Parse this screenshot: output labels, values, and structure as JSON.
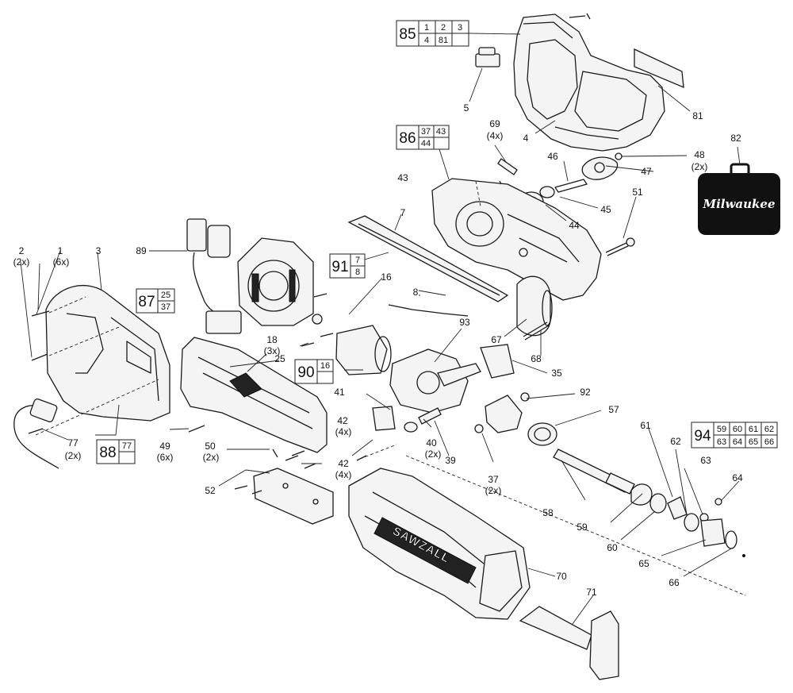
{
  "callouts": [
    {
      "id": "c1",
      "text": "1"
    },
    {
      "id": "c1q",
      "text": "(6x)"
    },
    {
      "id": "c2",
      "text": "2"
    },
    {
      "id": "c2q",
      "text": "(2x)"
    },
    {
      "id": "c3",
      "text": "3"
    },
    {
      "id": "c4",
      "text": "4"
    },
    {
      "id": "c5",
      "text": "5"
    },
    {
      "id": "c7",
      "text": "7"
    },
    {
      "id": "c8",
      "text": "8"
    },
    {
      "id": "c16",
      "text": "16"
    },
    {
      "id": "c18",
      "text": "18"
    },
    {
      "id": "c18q",
      "text": "(3x)"
    },
    {
      "id": "c25",
      "text": "25"
    },
    {
      "id": "c35",
      "text": "35"
    },
    {
      "id": "c37",
      "text": "37"
    },
    {
      "id": "c37q",
      "text": "(2x)"
    },
    {
      "id": "c39",
      "text": "39"
    },
    {
      "id": "c40",
      "text": "40"
    },
    {
      "id": "c40q",
      "text": "(2x)"
    },
    {
      "id": "c41",
      "text": "41"
    },
    {
      "id": "c42a",
      "text": "42"
    },
    {
      "id": "c42aq",
      "text": "(4x)"
    },
    {
      "id": "c42b",
      "text": "42"
    },
    {
      "id": "c42bq",
      "text": "(4x)"
    },
    {
      "id": "c43",
      "text": "43"
    },
    {
      "id": "c44",
      "text": "44"
    },
    {
      "id": "c45",
      "text": "45"
    },
    {
      "id": "c46",
      "text": "46"
    },
    {
      "id": "c47",
      "text": "47"
    },
    {
      "id": "c48",
      "text": "48"
    },
    {
      "id": "c48q",
      "text": "(2x)"
    },
    {
      "id": "c49",
      "text": "49"
    },
    {
      "id": "c49q",
      "text": "(6x)"
    },
    {
      "id": "c50",
      "text": "50"
    },
    {
      "id": "c50q",
      "text": "(2x)"
    },
    {
      "id": "c51",
      "text": "51"
    },
    {
      "id": "c52",
      "text": "52"
    },
    {
      "id": "c57",
      "text": "57"
    },
    {
      "id": "c58",
      "text": "58"
    },
    {
      "id": "c59",
      "text": "59"
    },
    {
      "id": "c60",
      "text": "60"
    },
    {
      "id": "c61",
      "text": "61"
    },
    {
      "id": "c62",
      "text": "62"
    },
    {
      "id": "c63",
      "text": "63"
    },
    {
      "id": "c64",
      "text": "64"
    },
    {
      "id": "c65",
      "text": "65"
    },
    {
      "id": "c66",
      "text": "66"
    },
    {
      "id": "c67",
      "text": "67"
    },
    {
      "id": "c68",
      "text": "68"
    },
    {
      "id": "c69",
      "text": "69"
    },
    {
      "id": "c69q",
      "text": "(4x)"
    },
    {
      "id": "c70",
      "text": "70"
    },
    {
      "id": "c71",
      "text": "71"
    },
    {
      "id": "c77",
      "text": "77"
    },
    {
      "id": "c77q",
      "text": "(2x)"
    },
    {
      "id": "c81",
      "text": "81"
    },
    {
      "id": "c82",
      "text": "82"
    },
    {
      "id": "c89",
      "text": "89"
    },
    {
      "id": "c92",
      "text": "92"
    },
    {
      "id": "c93",
      "text": "93"
    }
  ],
  "kits": [
    {
      "id": "k85",
      "number": "85",
      "parts": [
        "1",
        "2",
        "3",
        "4",
        "81",
        ""
      ]
    },
    {
      "id": "k86",
      "number": "86",
      "parts": [
        "37",
        "43",
        "44",
        ""
      ]
    },
    {
      "id": "k87",
      "number": "87",
      "parts": [
        "25",
        "37"
      ]
    },
    {
      "id": "k88",
      "number": "88",
      "parts": [
        "77",
        ""
      ]
    },
    {
      "id": "k90",
      "number": "90",
      "parts": [
        "16",
        ""
      ]
    },
    {
      "id": "k91",
      "number": "91",
      "parts": [
        "7",
        "8"
      ]
    },
    {
      "id": "k94",
      "number": "94",
      "parts": [
        "59",
        "60",
        "61",
        "62",
        "63",
        "64",
        "65",
        "66"
      ]
    }
  ],
  "brand_text": "Milwaukee",
  "housing_text": "SAWZALL",
  "colors": {
    "line": "#1a1a1a",
    "case": "#111111",
    "background": "#ffffff"
  }
}
